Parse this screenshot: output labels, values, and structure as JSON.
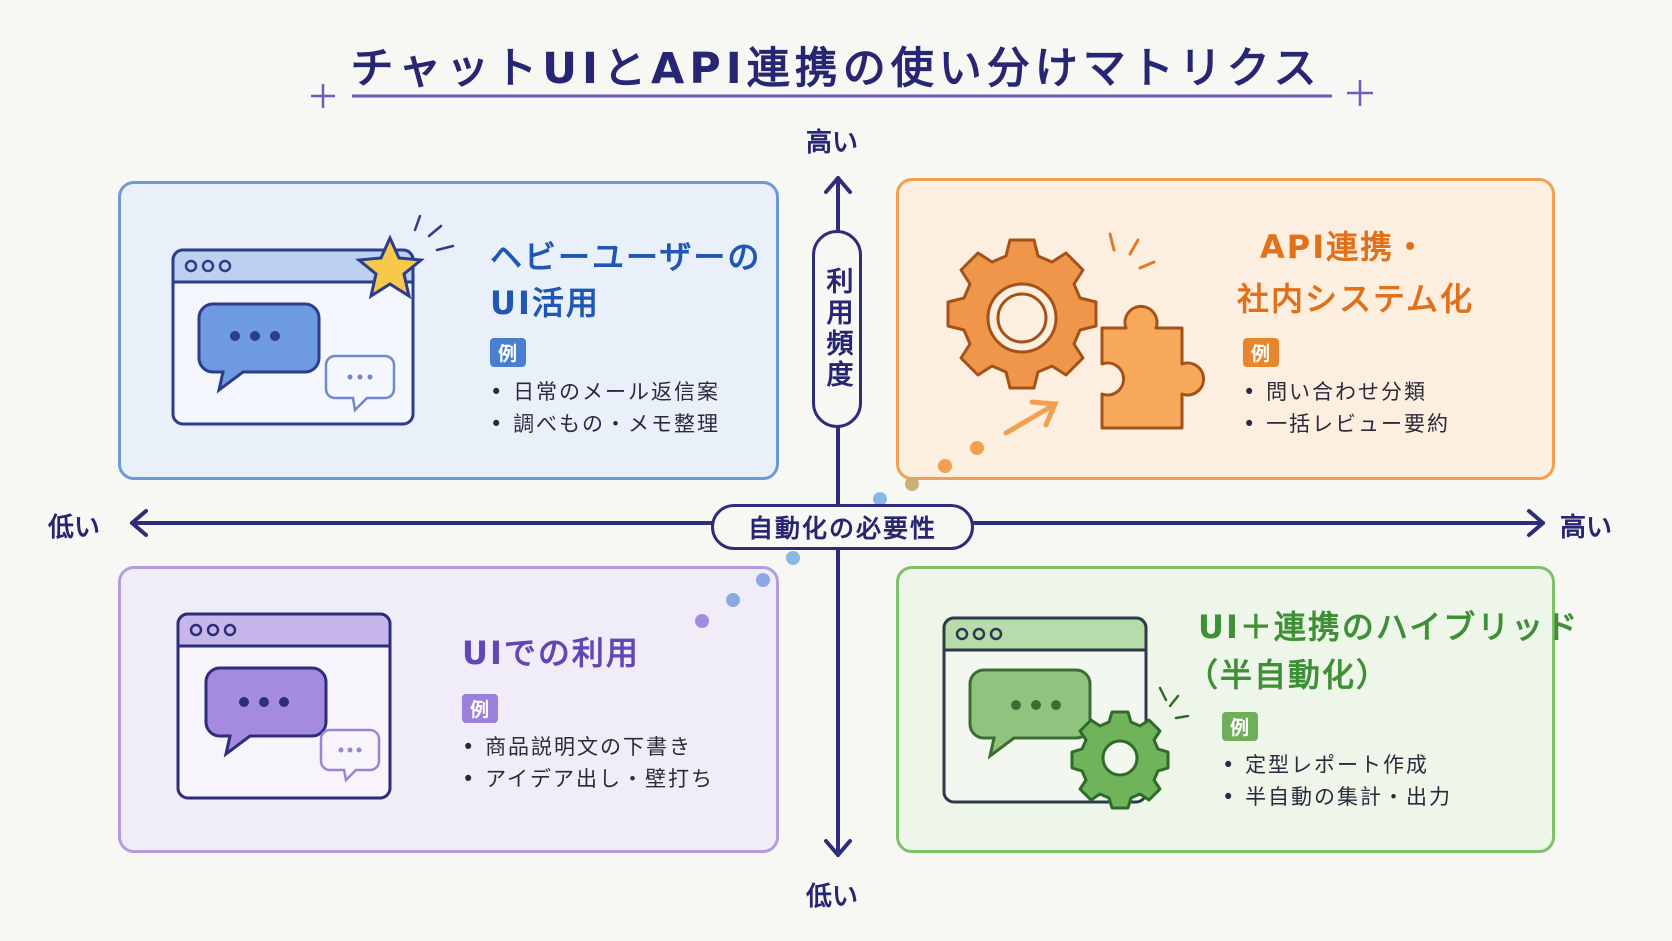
{
  "title": "チャットUIとAPI連携の使い分けマトリクス",
  "axes": {
    "vertical": {
      "label": "利用頻度",
      "high": "高い",
      "low": "低い"
    },
    "horizontal": {
      "label": "自動化の必要性",
      "high": "高い",
      "low": "低い"
    }
  },
  "quadrants": {
    "top_left": {
      "title_line1": "ヘビーユーザーの",
      "title_line2": "UI活用",
      "badge": "例",
      "items": [
        "日常のメール返信案",
        "調べもの・メモ整理"
      ],
      "color": "#1f57b5",
      "icon": "chat-window-star-icon"
    },
    "top_right": {
      "title_line1": "API連携・",
      "title_line2": "社内システム化",
      "badge": "例",
      "items": [
        "問い合わせ分類",
        "一括レビュー要約"
      ],
      "color": "#e0701a",
      "icon": "gear-puzzle-icon"
    },
    "bottom_left": {
      "title_line1": "UIでの利用",
      "badge": "例",
      "items": [
        "商品説明文の下書き",
        "アイデア出し・壁打ち"
      ],
      "color": "#8a6fd1",
      "icon": "chat-window-icon"
    },
    "bottom_right": {
      "title_line1": "UI＋連携のハイブリッド",
      "title_line2": "（半自動化）",
      "badge": "例",
      "items": [
        "定型レポート作成",
        "半自動の集計・出力"
      ],
      "color": "#3f8f36",
      "icon": "chat-window-gear-icon"
    }
  }
}
